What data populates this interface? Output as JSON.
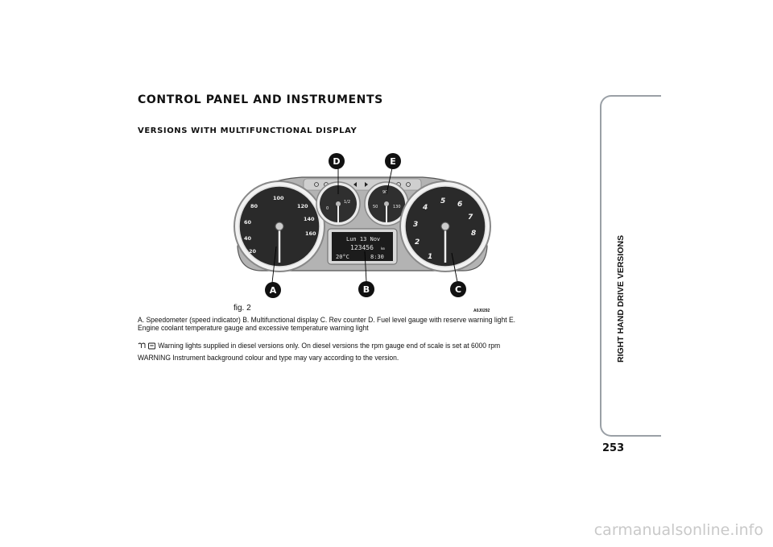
{
  "heading": "CONTROL PANEL AND INSTRUMENTS",
  "subheading": "VERSIONS WITH MULTIFUNCTIONAL DISPLAY",
  "figure": {
    "label": "fig. 2",
    "code": "A0J0292",
    "callouts": [
      "A",
      "B",
      "C",
      "D",
      "E"
    ],
    "display": {
      "date": "Lun 13 Nov",
      "odometer": "123456",
      "odometer_unit": "km",
      "temperature": "20°C",
      "time": "8:30"
    },
    "speedo_ticks": [
      "20",
      "40",
      "60",
      "80",
      "100",
      "120",
      "140",
      "160"
    ],
    "rpm_ticks": [
      "1",
      "2",
      "3",
      "4",
      "5",
      "6",
      "7",
      "8"
    ],
    "fuel_marks": [
      "0",
      "1/2"
    ],
    "temp_marks": [
      "50",
      "90",
      "130"
    ]
  },
  "caption": "A. Speedometer (speed indicator) B. Multifunctional display C. Rev counter D. Fuel level gauge with reserve warning light E. Engine coolant temperature gauge and excessive temperature warning light",
  "note": "Warning lights supplied in diesel versions only. On diesel versions the rpm gauge end of scale is set at 6000 rpm",
  "warning": "WARNING Instrument background colour and type may vary according to the version.",
  "side_tab": "RIGHT HAND DRIVE VERSIONS",
  "page_number": "253",
  "watermark": "carmanualsonline.info",
  "icons": [
    "glow-plug-icon",
    "diesel-filter-icon"
  ]
}
